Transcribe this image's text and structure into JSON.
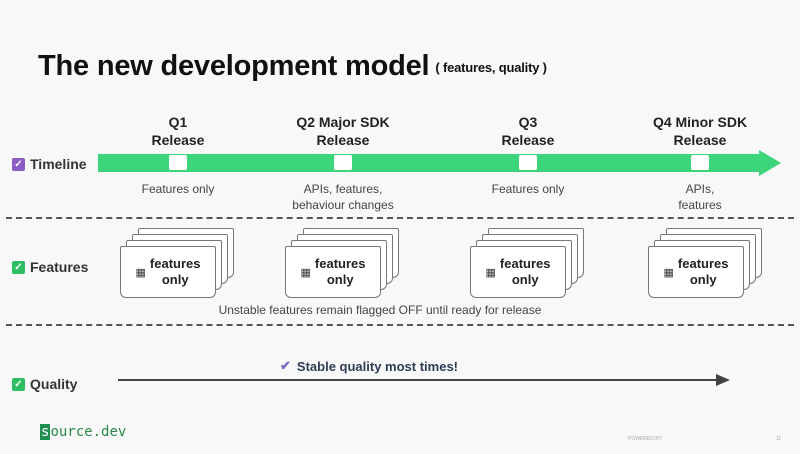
{
  "title": {
    "main": "The new development model",
    "sub": "( features, quality )"
  },
  "quarters": [
    {
      "line1": "Q1",
      "line2": "Release",
      "caption": [
        "Features only"
      ]
    },
    {
      "line1": "Q2 Major SDK",
      "line2": "Release",
      "caption": [
        "APIs, features,",
        "behaviour changes"
      ]
    },
    {
      "line1": "Q3",
      "line2": "Release",
      "caption": [
        "Features only"
      ]
    },
    {
      "line1": "Q4 Minor SDK",
      "line2": "Release",
      "caption": [
        "APIs,",
        "features"
      ]
    }
  ],
  "rows": {
    "timeline": "Timeline",
    "features": "Features",
    "quality": "Quality"
  },
  "documents": {
    "line1": "features",
    "line2": "only",
    "icon": "checkered-flag-icon"
  },
  "features_note": "Unstable features remain flagged OFF until ready for release",
  "quality_note": "Stable quality most times!",
  "logo": {
    "first": "s",
    "rest": "ource.dev"
  },
  "footer": {
    "center": "POWERED BY",
    "page": "11"
  },
  "colors": {
    "timeline": "#3dd57c",
    "check_purple": "#8a5cc4",
    "check_green": "#2ebd63",
    "arrow": "#444444"
  }
}
